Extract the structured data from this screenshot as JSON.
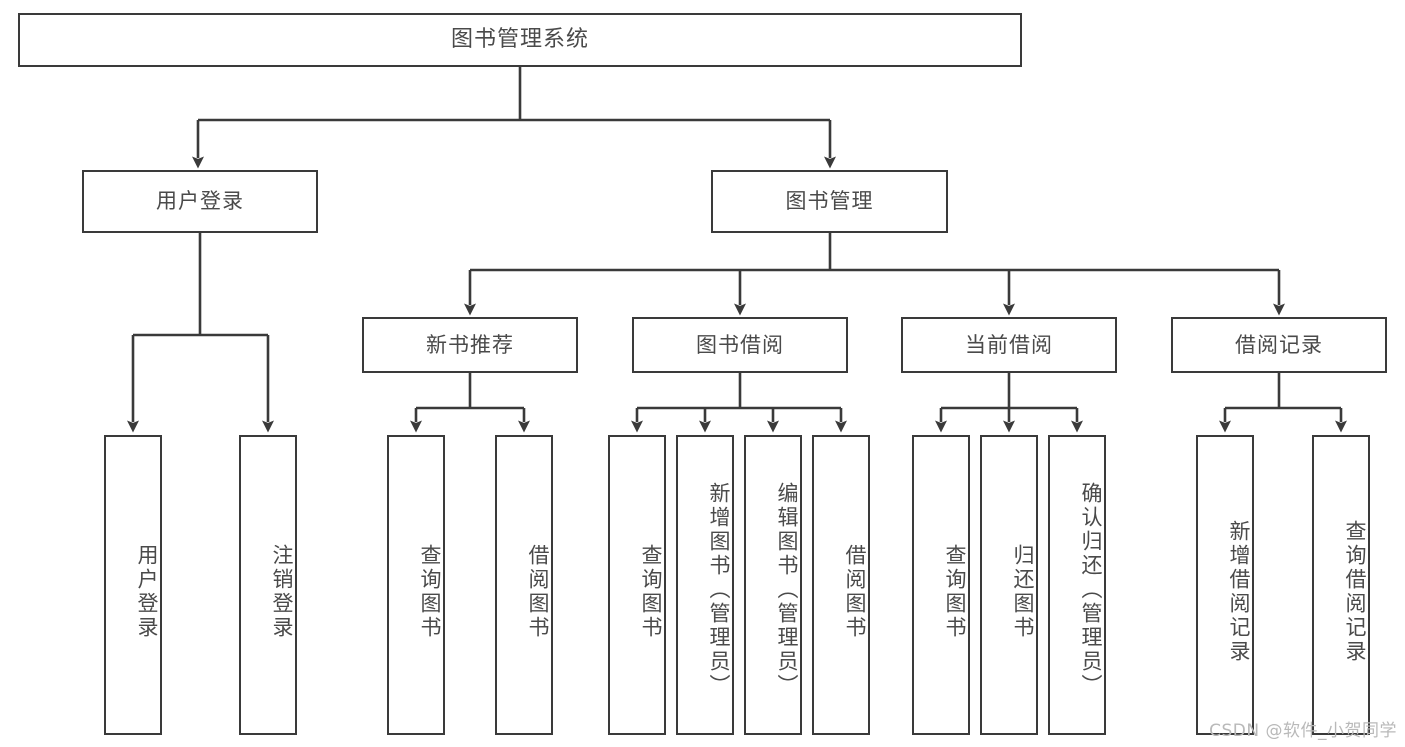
{
  "diagram": {
    "type": "tree",
    "title": "图书管理系统",
    "watermark": "CSDN @软件_小贺同学",
    "colors": {
      "background": "#ffffff",
      "stroke": "#3a3a3a",
      "text": "#4a4a4a",
      "watermark": "#b9b9b9"
    },
    "levels": [
      {
        "level": 1,
        "labels": [
          "图书管理系统"
        ]
      },
      {
        "level": 2,
        "labels": [
          "用户登录",
          "图书管理"
        ]
      },
      {
        "level": 3,
        "labels": [
          "新书推荐",
          "图书借阅",
          "当前借阅",
          "借阅记录"
        ]
      },
      {
        "level": 4,
        "labels": [
          "用户登录",
          "注销登录",
          "查询图书",
          "借阅图书",
          "查询图书",
          "新增图书（管理员）",
          "编辑图书（管理员）",
          "借阅图书",
          "查询图书",
          "归还图书",
          "确认归还（管理员）",
          "新增借阅记录",
          "查询借阅记录"
        ]
      }
    ],
    "nodes": {
      "root": {
        "label": "图书管理系统"
      },
      "user_login": {
        "label": "用户登录"
      },
      "book_manage": {
        "label": "图书管理"
      },
      "new_book_rec": {
        "label": "新书推荐"
      },
      "book_borrow": {
        "label": "图书借阅"
      },
      "current_borrow": {
        "label": "当前借阅"
      },
      "borrow_record": {
        "label": "借阅记录"
      }
    },
    "leaves": {
      "user_login_1": {
        "label": "用户登录"
      },
      "user_login_2": {
        "label": "注销登录"
      },
      "new_book_1": {
        "label": "查询图书"
      },
      "new_book_2": {
        "label": "借阅图书"
      },
      "borrow_1": {
        "label": "查询图书"
      },
      "borrow_2": {
        "label": "新增图书（管理员）"
      },
      "borrow_3": {
        "label": "编辑图书（管理员）"
      },
      "borrow_4": {
        "label": "借阅图书"
      },
      "current_1": {
        "label": "查询图书"
      },
      "current_2": {
        "label": "归还图书"
      },
      "current_3": {
        "label": "确认归还（管理员）"
      },
      "record_1": {
        "label": "新增借阅记录"
      },
      "record_2": {
        "label": "查询借阅记录"
      }
    },
    "edges": [
      {
        "from": "图书管理系统",
        "to": "用户登录"
      },
      {
        "from": "图书管理系统",
        "to": "图书管理"
      },
      {
        "from": "用户登录",
        "to": "用户登录"
      },
      {
        "from": "用户登录",
        "to": "注销登录"
      },
      {
        "from": "图书管理",
        "to": "新书推荐"
      },
      {
        "from": "图书管理",
        "to": "图书借阅"
      },
      {
        "from": "图书管理",
        "to": "当前借阅"
      },
      {
        "from": "图书管理",
        "to": "借阅记录"
      },
      {
        "from": "新书推荐",
        "to": "查询图书"
      },
      {
        "from": "新书推荐",
        "to": "借阅图书"
      },
      {
        "from": "图书借阅",
        "to": "查询图书"
      },
      {
        "from": "图书借阅",
        "to": "新增图书（管理员）"
      },
      {
        "from": "图书借阅",
        "to": "编辑图书（管理员）"
      },
      {
        "from": "图书借阅",
        "to": "借阅图书"
      },
      {
        "from": "当前借阅",
        "to": "查询图书"
      },
      {
        "from": "当前借阅",
        "to": "归还图书"
      },
      {
        "from": "当前借阅",
        "to": "确认归还（管理员）"
      },
      {
        "from": "借阅记录",
        "to": "新增借阅记录"
      },
      {
        "from": "借阅记录",
        "to": "查询借阅记录"
      }
    ]
  }
}
